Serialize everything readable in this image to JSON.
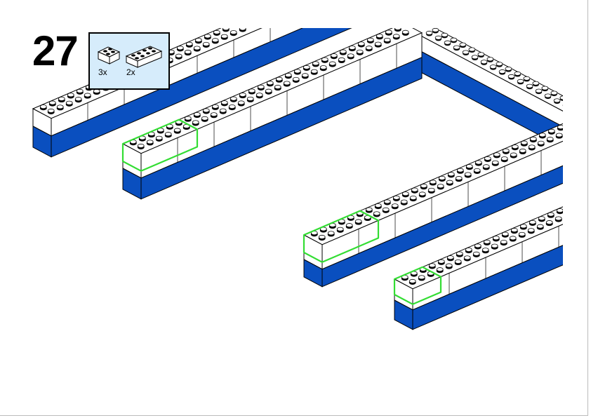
{
  "step": {
    "number": "27"
  },
  "parts_list": [
    {
      "name": "brick-2x2-white",
      "quantity": "3x"
    },
    {
      "name": "brick-2x4-white",
      "quantity": "2x"
    }
  ],
  "colors": {
    "blue": "#0a4fbf",
    "white": "#ffffff",
    "highlight": "#33dd33",
    "callout_bg": "#d6ecfb"
  }
}
